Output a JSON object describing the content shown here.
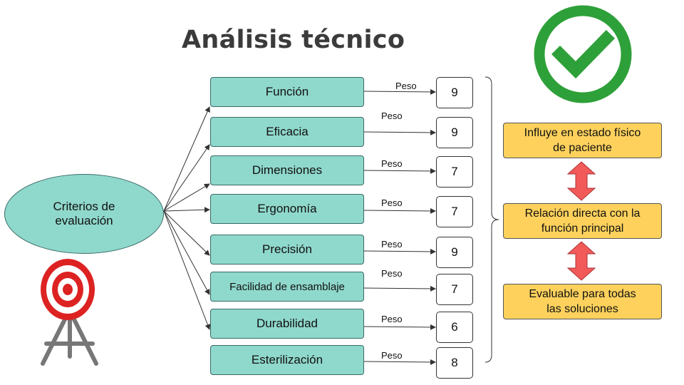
{
  "title": "Análisis técnico",
  "center": {
    "line1": "Criterios de",
    "line2": "evaluación"
  },
  "criteria": [
    {
      "label": "Función",
      "peso": "Peso",
      "weight": "9"
    },
    {
      "label": "Eficacia",
      "peso": "Peso",
      "weight": "9"
    },
    {
      "label": "Dimensiones",
      "peso": "Peso",
      "weight": "7"
    },
    {
      "label": "Ergonomía",
      "peso": "Peso",
      "weight": "7"
    },
    {
      "label": "Precisión",
      "peso": "Peso",
      "weight": "9"
    },
    {
      "label": "Facilidad de ensamblaje",
      "peso": "Peso",
      "weight": "7"
    },
    {
      "label": "Durabilidad",
      "peso": "Peso",
      "weight": "6"
    },
    {
      "label": "Esterilización",
      "peso": "Peso",
      "weight": "8"
    }
  ],
  "notes": [
    {
      "line1": "Influye en estado físico",
      "line2": "de paciente"
    },
    {
      "line1": "Relación directa con la",
      "line2": "función principal"
    },
    {
      "line1": "Evaluable para todas",
      "line2": "las soluciones"
    }
  ],
  "colors": {
    "teal": "#8fd8cc",
    "yellow": "#fdd15c",
    "green": "#2ea039",
    "red_arrow": "#f25a5a"
  },
  "icons": [
    "check-icon",
    "target-icon"
  ]
}
